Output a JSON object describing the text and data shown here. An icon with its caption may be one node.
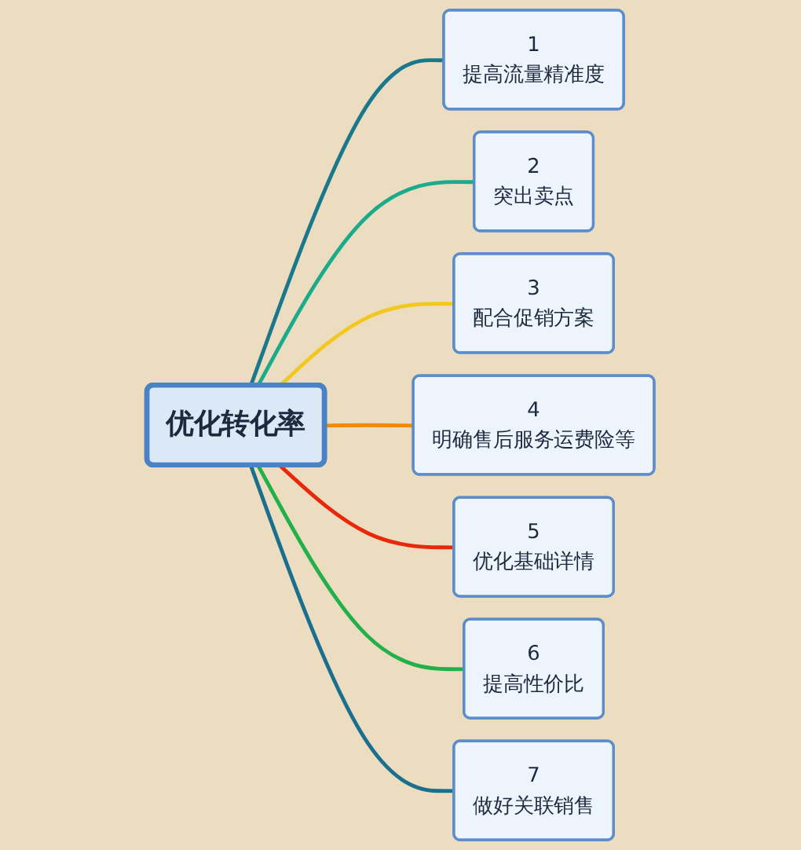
{
  "diagram": {
    "nodes": [
      {
        "text": [
          "优化转化率"
        ]
      },
      {
        "text": [
          "1",
          "提高流量精准度"
        ]
      },
      {
        "text": [
          "2",
          "突出卖点"
        ]
      },
      {
        "text": [
          "3",
          "配合促销方案"
        ]
      },
      {
        "text": [
          "4",
          "明确售后服务运费险等"
        ]
      },
      {
        "text": [
          "5",
          "优化基础详情"
        ]
      },
      {
        "text": [
          "6",
          "提高性价比"
        ]
      },
      {
        "text": [
          "7",
          "做好关联销售"
        ]
      }
    ],
    "edges": [
      {
        "from": 0,
        "to": 1,
        "arrow": "none",
        "color": "#19788c"
      },
      {
        "from": 0,
        "to": 2,
        "arrow": "none",
        "color": "#1aaa8c"
      },
      {
        "from": 0,
        "to": 3,
        "arrow": "none",
        "color": "#f2c81e"
      },
      {
        "from": 0,
        "to": 4,
        "arrow": "none",
        "color": "#f08a00"
      },
      {
        "from": 0,
        "to": 5,
        "arrow": "none",
        "color": "#e8280a"
      },
      {
        "from": 0,
        "to": 6,
        "arrow": "none",
        "color": "#22b04a"
      },
      {
        "from": 0,
        "to": 7,
        "arrow": "none",
        "color": "#1a6e8e"
      }
    ]
  }
}
